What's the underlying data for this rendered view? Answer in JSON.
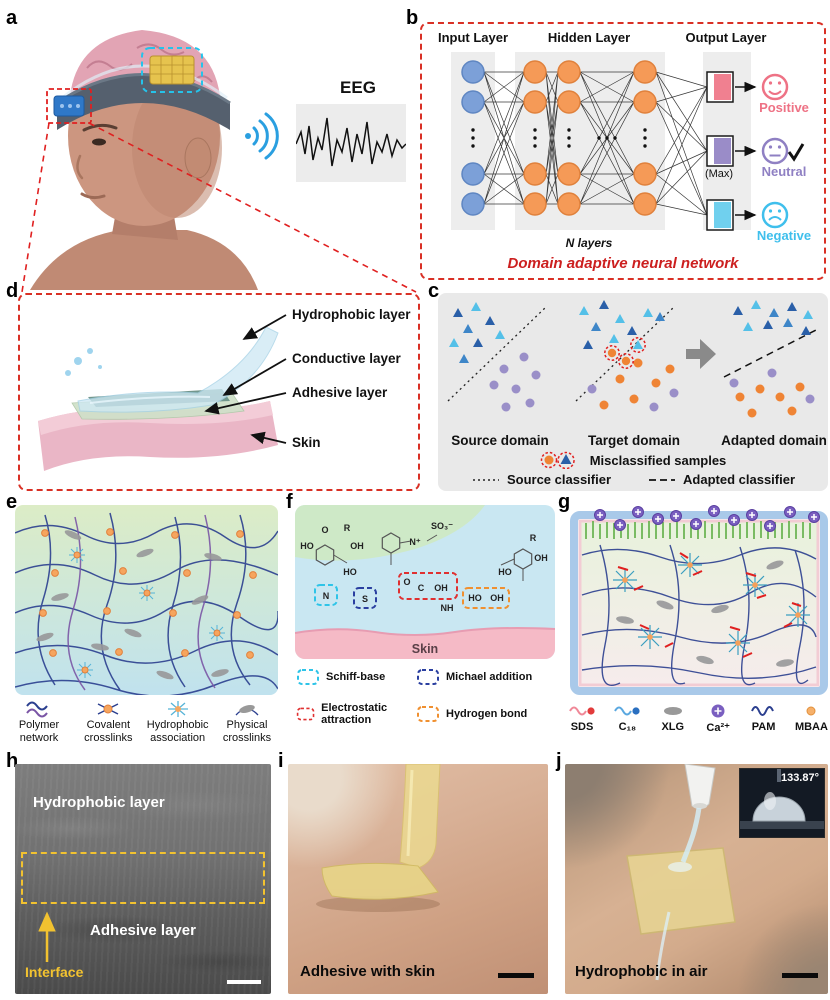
{
  "panel_labels": {
    "a": "a",
    "b": "b",
    "c": "c",
    "d": "d",
    "e": "e",
    "f": "f",
    "g": "g",
    "h": "h",
    "i": "i",
    "j": "j"
  },
  "eeg": {
    "title": "EEG"
  },
  "panel_b": {
    "input_layer": "Input Layer",
    "hidden_layer": "Hidden Layer",
    "output_layer": "Output Layer",
    "max_label": "(Max)",
    "n_layers": "N layers",
    "title": "Domain adaptive neural network",
    "title_color": "#cc1f1f",
    "classes": [
      {
        "label": "Positive",
        "color": "#ee7285"
      },
      {
        "label": "Neutral",
        "color": "#8f80c3"
      },
      {
        "label": "Negative",
        "color": "#3fbfec"
      }
    ]
  },
  "panel_c": {
    "domains": [
      "Source domain",
      "Target domain",
      "Adapted domain"
    ],
    "legend_misclassified": "Misclassified samples",
    "legend_source": "Source classifier",
    "legend_adapted": "Adapted classifier"
  },
  "panel_d": {
    "layers": [
      "Hydrophobic layer",
      "Conductive layer",
      "Adhesive layer",
      "Skin"
    ]
  },
  "panel_e": {
    "legend": [
      {
        "line1": "Polymer",
        "line2": "network"
      },
      {
        "line1": "Covalent",
        "line2": "crosslinks"
      },
      {
        "line1": "Hydrophobic",
        "line2": "association"
      },
      {
        "line1": "Physical",
        "line2": "crosslinks"
      }
    ]
  },
  "panel_f": {
    "skin_label": "Skin",
    "chem": [
      "HO",
      "R",
      "OH",
      "N",
      "HO",
      "S",
      "N⁺",
      "SO₃⁻",
      "O",
      "C",
      "OH",
      "NH",
      "HO",
      "OH",
      "R",
      "OH",
      "HO",
      "O"
    ],
    "legend": [
      {
        "label": "Schiff-base",
        "color": "#2ec4e8"
      },
      {
        "label": "Michael addition",
        "color": "#2a3fa0"
      },
      {
        "label": "Electrostatic attraction",
        "color": "#e03030"
      },
      {
        "label": "Hydrogen bond",
        "color": "#f09030"
      }
    ]
  },
  "panel_g": {
    "legend": [
      "SDS",
      "C₁₈",
      "XLG",
      "Ca²⁺",
      "PAM",
      "MBAA"
    ]
  },
  "panel_h": {
    "top_label": "Hydrophobic layer",
    "bottom_label": "Adhesive layer",
    "interface_label": "Interface"
  },
  "panel_i": {
    "caption": "Adhesive with skin"
  },
  "panel_j": {
    "caption": "Hydrophobic in air",
    "contact_angle": "133.87°"
  }
}
